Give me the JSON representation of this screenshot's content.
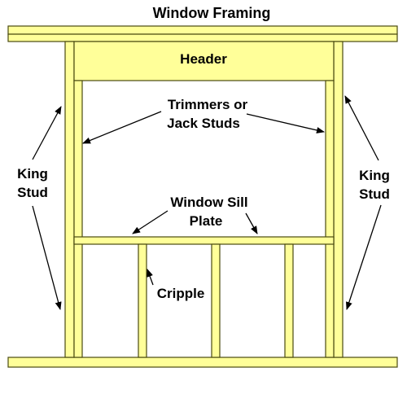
{
  "title": "Window Framing",
  "colors": {
    "lumber": "#FFFF99",
    "outline": "#4a4a10",
    "text": "#000000"
  },
  "labels": {
    "header": "Header",
    "trimmers_line1": "Trimmers or",
    "trimmers_line2": "Jack Studs",
    "sill_line1": "Window Sill",
    "sill_line2": "Plate",
    "cripple": "Cripple",
    "king_left_line1": "King",
    "king_left_line2": "Stud",
    "king_right_line1": "King",
    "king_right_line2": "Stud"
  }
}
